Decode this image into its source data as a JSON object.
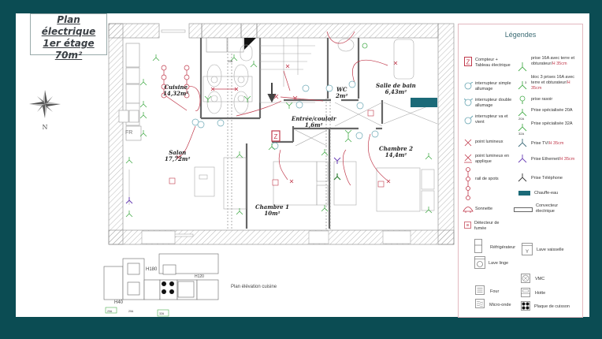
{
  "title": {
    "line1": "Plan électrique",
    "line2": "1er étage",
    "line3": "70m²"
  },
  "compass": {
    "icon": "compass-rose-icon",
    "north_label": "N"
  },
  "rooms": [
    {
      "name": "Cuisine",
      "area": "14,32m²"
    },
    {
      "name": "Salon",
      "area": "17,72m²"
    },
    {
      "name": "WC",
      "area": "2m²"
    },
    {
      "name": "Salle de bain",
      "area": "6,43m²"
    },
    {
      "name": "Entrée/couloir",
      "area": "1,6m²"
    },
    {
      "name": "Chambre 1",
      "area": "10m²"
    },
    {
      "name": "Chambre 2",
      "area": "14,4m²"
    }
  ],
  "plan_annotations": {
    "fridge_label": "FR",
    "outlet_20a": "20A",
    "outlet_32a": "32A",
    "tv_label": "TV"
  },
  "elevation": {
    "caption": "Plan élévation cuisine",
    "h180": "H180",
    "h120": "H120",
    "h40": "H40",
    "tags": [
      "20A",
      "20A",
      "32A"
    ]
  },
  "legend": {
    "title": "Légendes",
    "items_left": [
      {
        "icon": "meter-panel-icon",
        "label": "Compteur + Tableau électrique"
      },
      {
        "icon": "single-switch-icon",
        "label": "interrupteur simple allumage"
      },
      {
        "icon": "double-switch-icon",
        "label": "interrupteur double allumage"
      },
      {
        "icon": "two-way-switch-icon",
        "label": "interrupteur va et vient"
      },
      {
        "icon": "light-point-icon",
        "label": "point lumineux"
      },
      {
        "icon": "wall-light-icon",
        "label": "point lumineux en applique"
      },
      {
        "icon": "spot-rail-icon",
        "label": "rail de spots"
      },
      {
        "icon": "doorbell-icon",
        "label": "Sonnette"
      },
      {
        "icon": "smoke-detector-icon",
        "label": "Détecteur de fumée"
      }
    ],
    "items_right": [
      {
        "icon": "outlet-16a-icon",
        "label": "prise 16A avec terre et obturateur/",
        "height": "H 35cm"
      },
      {
        "icon": "triple-outlet-icon",
        "label": "bloc 3 prises 16A avec terre et obturateur/",
        "height": "H 35cm"
      },
      {
        "icon": "razor-outlet-icon",
        "label": "prise rasoir"
      },
      {
        "icon": "special-outlet-20a-icon",
        "label": "Prise spécialisée 20A",
        "tag": "20A"
      },
      {
        "icon": "special-outlet-32a-icon",
        "label": "Prise spécialisée 32A",
        "tag": "32A"
      },
      {
        "icon": "tv-outlet-icon",
        "label": "Prise TV/",
        "height": "H 35cm"
      },
      {
        "icon": "ethernet-outlet-icon",
        "label": "Prise Ethernet/",
        "height": "H 35cm"
      },
      {
        "icon": "phone-outlet-icon",
        "label": "Prise Téléphone"
      },
      {
        "icon": "water-heater-icon",
        "label": "Chauffe-eau"
      },
      {
        "icon": "convector-icon",
        "label": "Convecteur électrique"
      }
    ],
    "appliances": [
      {
        "icon": "fridge-icon",
        "label": "Réfrigérateur"
      },
      {
        "icon": "dishwasher-icon",
        "label": "Lave vaisselle"
      },
      {
        "icon": "washing-machine-icon",
        "label": "Lave linge"
      },
      {
        "icon": "vmc-icon",
        "label": "VMC"
      },
      {
        "icon": "oven-icon",
        "label": "Four"
      },
      {
        "icon": "hood-icon",
        "label": "Hotte"
      },
      {
        "icon": "microwave-icon",
        "label": "Micro-onde"
      },
      {
        "icon": "cooktop-icon",
        "label": "Plaque de cuisson"
      }
    ]
  },
  "colors": {
    "background": "#0b4c53",
    "wire": "#c0394b",
    "outlet": "#4caf50",
    "switch": "#6aa7b4",
    "ethernet": "#6a3fb5",
    "water_heater": "#1b6a78",
    "legend_border": "#e3b8c0",
    "legend_title": "#3b6b74"
  }
}
